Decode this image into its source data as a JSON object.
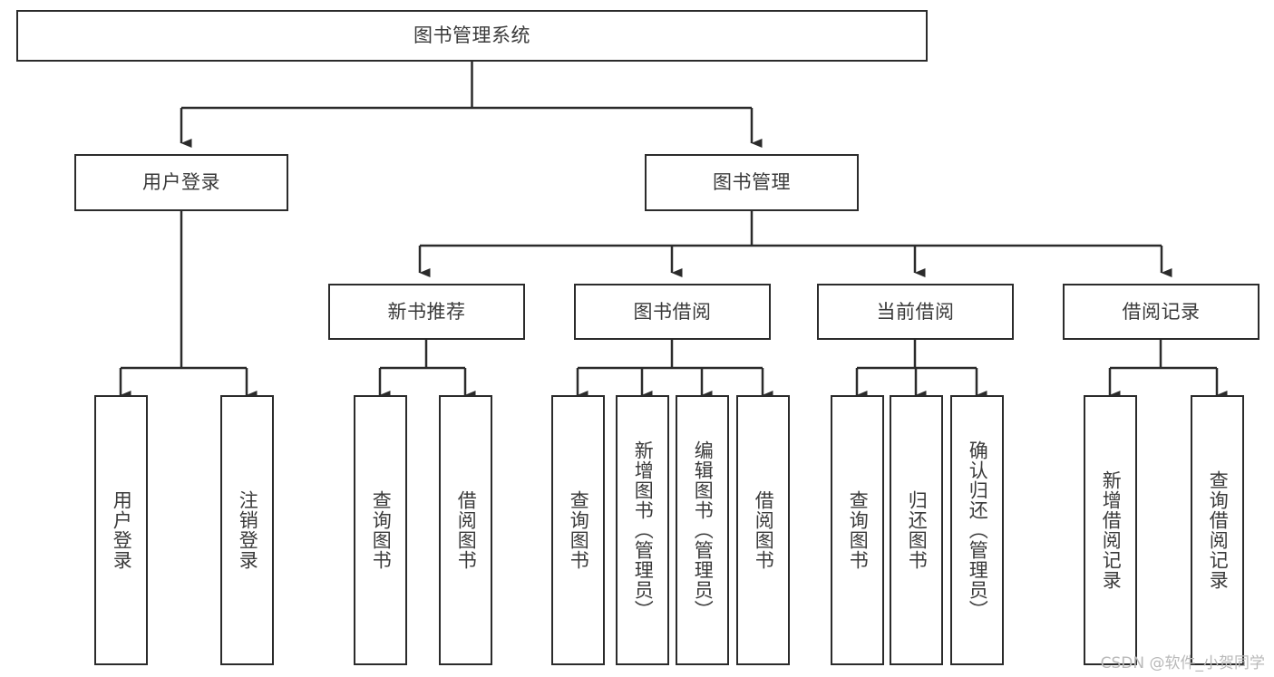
{
  "diagram": {
    "title": "图书管理系统",
    "watermark": "CSDN @软件_小贺同学",
    "stroke_color": "#2b2b2b",
    "text_color": "#3a3a3a",
    "background": "#ffffff",
    "nodes": {
      "root": {
        "label": "图书管理系统"
      },
      "level1": [
        {
          "label": "用户登录"
        },
        {
          "label": "图书管理"
        }
      ],
      "level2": [
        {
          "label": "新书推荐"
        },
        {
          "label": "图书借阅"
        },
        {
          "label": "当前借阅"
        },
        {
          "label": "借阅记录"
        }
      ],
      "leaves": {
        "user_login": [
          {
            "label": "用户登录"
          },
          {
            "label": "注销登录"
          }
        ],
        "new_book_recommend": [
          {
            "label": "查询图书"
          },
          {
            "label": "借阅图书"
          }
        ],
        "book_borrow": [
          {
            "label": "查询图书"
          },
          {
            "label": "新增图书（管理员）"
          },
          {
            "label": "编辑图书（管理员）"
          },
          {
            "label": "借阅图书"
          }
        ],
        "current_borrow": [
          {
            "label": "查询图书"
          },
          {
            "label": "归还图书"
          },
          {
            "label": "确认归还（管理员）"
          }
        ],
        "borrow_record": [
          {
            "label": "新增借阅记录"
          },
          {
            "label": "查询借阅记录"
          }
        ]
      }
    }
  }
}
